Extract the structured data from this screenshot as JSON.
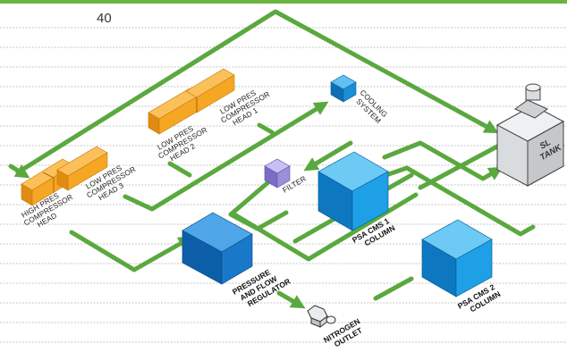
{
  "page_number": "40",
  "colors": {
    "top_rule": "#6db33f",
    "pipe": "#5aa83e",
    "compressor": "#f5a623",
    "cooler": "#1b8fd6",
    "filter": "#9b8fd8",
    "psa": "#1ea0e6",
    "regulator": "#1a78c8",
    "tank": "#d9dcde",
    "ruled_line": "#b4b4b4"
  },
  "components": {
    "high_head": [
      "HIGH PRES",
      "COMPRESSOR",
      "HEAD"
    ],
    "low_head_3": [
      "LOW PRES",
      "COMPRESSOR",
      "HEAD 3"
    ],
    "low_head_2": [
      "LOW PRES",
      "COMPRESSOR",
      "HEAD 2"
    ],
    "low_head_1": [
      "LOW PRES",
      "COMPRESSOR",
      "HEAD 1"
    ],
    "cooling": [
      "COOLING",
      "SYSTEM"
    ],
    "filter": [
      "FILTER"
    ],
    "psa1": [
      "PSA CMS 1",
      "COLUMN"
    ],
    "psa2": [
      "PSA CMS 2",
      "COLUMN"
    ],
    "regulator": [
      "PRESSURE",
      "AND FLOW",
      "REGULATOR"
    ],
    "outlet": [
      "NITROGEN",
      "OUTLET"
    ],
    "tank": [
      "SL",
      "TANK"
    ]
  },
  "icons": {
    "high_head": "compressor-head",
    "low_heads": "compressor-head",
    "cooling": "cooler-block",
    "filter": "filter-block",
    "psa": "psa-column",
    "regulator": "regulator-block",
    "outlet": "nitrogen-outlet-fitting",
    "tank": "sl-tank"
  }
}
